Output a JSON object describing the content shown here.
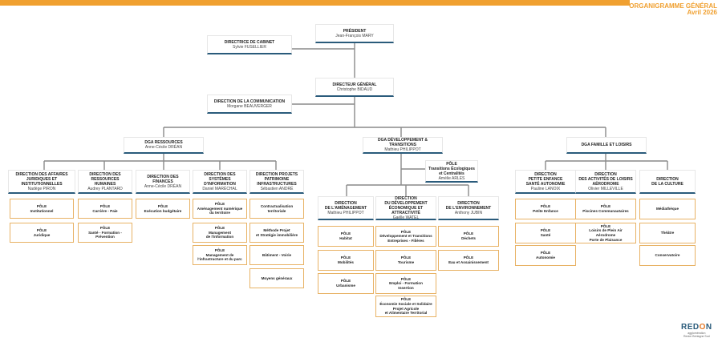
{
  "title": {
    "line1": "ORGANIGRAMME GÉNÉRAL",
    "line2": "Avril 2026"
  },
  "president": {
    "title": "PRÉSIDENT",
    "name": "Jean-François MARY"
  },
  "cabinet": {
    "title": "DIRECTRICE DE CABINET",
    "name": "Sylvie FUSELLIER"
  },
  "dg": {
    "title": "DIRECTEUR GÉNÉRAL",
    "name": "Christophe BIDAUD"
  },
  "communication": {
    "title": "DIRECTION DE LA COMMUNICATION",
    "name": "Morgane BEAUVERGER"
  },
  "dga_ressources": {
    "title": "DGA RESSOURCES",
    "name": "Anne-Cécile DRÉAN"
  },
  "dga_dev": {
    "title": "DGA DÉVELOPPEMENT & TRANSITIONS",
    "name": "Mathieu PHILIPPOT"
  },
  "dga_famille": {
    "title": "DGA FAMILLE ET LOISIRS"
  },
  "pole_transitions": {
    "l1": "PÔLE",
    "l2": "Transitions Écologiques",
    "l3": "et Centralités",
    "name": "Amélie ARLES"
  },
  "ressources_dirs": [
    {
      "t1": "DIRECTION DES AFFAIRES",
      "t2": "JURIDIQUES ET",
      "t3": "INSTITUTIONNELLES",
      "name": "Nadège PIRON"
    },
    {
      "t1": "DIRECTION DES",
      "t2": "RESSOURCES HUMAINES",
      "name": "Audrey PLANTARD"
    },
    {
      "t1": "DIRECTION DES FINANCES",
      "name": "Anne-Cécile DRÉAN"
    },
    {
      "t1": "DIRECTION DES SYSTÈMES",
      "t2": "D'INFORMATION",
      "name": "Daniel MARÉCHAL"
    },
    {
      "t1": "DIRECTION PROJETS",
      "t2": "PATRIMOINE",
      "t3": "INFRASTRUCTURES",
      "name": "Sébastien ANDRÉ"
    }
  ],
  "dev_dirs": [
    {
      "t1": "DIRECTION",
      "t2": "DE L'AMÉNAGEMENT",
      "name": "Mathieu PHILIPPOT"
    },
    {
      "t1": "DIRECTION",
      "t2": "DU DÉVELOPPEMENT",
      "t3": "ÉCONOMIQUE ET ATTRACTIVITÉ",
      "name": "Gaëlle WATEL"
    },
    {
      "t1": "DIRECTION",
      "t2": "DE L'ENVIRONNEMENT",
      "name": "Anthony JUBIN"
    }
  ],
  "famille_dirs": [
    {
      "t1": "DIRECTION",
      "t2": "PETITE ENFANCE",
      "t3": "SANTÉ AUTONOMIE",
      "name": "Pauline LANOIX"
    },
    {
      "t1": "DIRECTION",
      "t2": "DES ACTIVITÉS DE LOISIRS",
      "t3": "AÉRODROME",
      "name": "Olivier MILLEVILLE"
    },
    {
      "t1": "DIRECTION",
      "t2": "DE LA CULTURE"
    }
  ],
  "poles": {
    "juridique": [
      {
        "l1": "PÔLE",
        "l2": "Institutionnel"
      },
      {
        "l1": "PÔLE",
        "l2": "Juridique"
      }
    ],
    "rh": [
      {
        "l1": "PÔLE",
        "l2": "Carrière - Paie"
      },
      {
        "l1": "PÔLE",
        "l2": "Santé - Formation - Prévention"
      }
    ],
    "finances": [
      {
        "l1": "PÔLE",
        "l2": "Exécution budgétaire"
      }
    ],
    "si": [
      {
        "l1": "PÔLE",
        "l2": "Aménagement numérique",
        "l3": "du territoire"
      },
      {
        "l1": "PÔLE",
        "l2": "Management",
        "l3": "de l'information"
      },
      {
        "l1": "PÔLE",
        "l2": "Management de",
        "l3": "l'infrastructure et du parc"
      }
    ],
    "patrimoine": [
      {
        "l1": "Contractualisation",
        "l2": "territoriale"
      },
      {
        "l1": "Méthode Projet",
        "l2": "et Stratégie immobilière"
      },
      {
        "l1": "Bâtiment - Voirie"
      },
      {
        "l1": "Moyens généraux"
      }
    ],
    "amenagement": [
      {
        "l1": "PÔLE",
        "l2": "Habitat"
      },
      {
        "l1": "PÔLE",
        "l2": "Mobilités"
      },
      {
        "l1": "PÔLE",
        "l2": "Urbanisme"
      }
    ],
    "eco": [
      {
        "l1": "PÔLE",
        "l2": "Développement et Transitions",
        "l3": "Entreprises - Filières"
      },
      {
        "l1": "PÔLE",
        "l2": "Tourisme"
      },
      {
        "l1": "PÔLE",
        "l2": "Emploi - Formation",
        "l3": "Insertion"
      },
      {
        "l1": "PÔLE",
        "l2": "Économie Sociale et Solidaire",
        "l3": "Projet Agricole",
        "l4": "et Alimentaire Territorial"
      }
    ],
    "environnement": [
      {
        "l1": "PÔLE",
        "l2": "Déchets"
      },
      {
        "l1": "PÔLE",
        "l2": "Eau et Assainissement"
      }
    ],
    "enfance": [
      {
        "l1": "PÔLE",
        "l2": "Petite Enfance"
      },
      {
        "l1": "PÔLE",
        "l2": "Santé"
      },
      {
        "l1": "PÔLE",
        "l2": "Autonomie"
      }
    ],
    "loisirs": [
      {
        "l1": "PÔLE",
        "l2": "Piscines Communautaires"
      },
      {
        "l1": "PÔLE",
        "l2": "Loisirs de Plein Air",
        "l3": "Aérodrome",
        "l4": "Porte de Plaisance"
      }
    ],
    "culture": [
      {
        "l1": "Médiathèque"
      },
      {
        "l1": "Théâtre"
      },
      {
        "l1": "Conservatoire"
      }
    ]
  },
  "logo": {
    "word_a": "RED",
    "word_b": "O",
    "word_c": "N",
    "sub1": "agglomération",
    "sub2": "Redon Bretagne Sud"
  },
  "colors": {
    "accent": "#f0a030",
    "box_border": "#2a5b7b",
    "pole_border": "#e8b265",
    "connector": "#8a8a8a"
  }
}
